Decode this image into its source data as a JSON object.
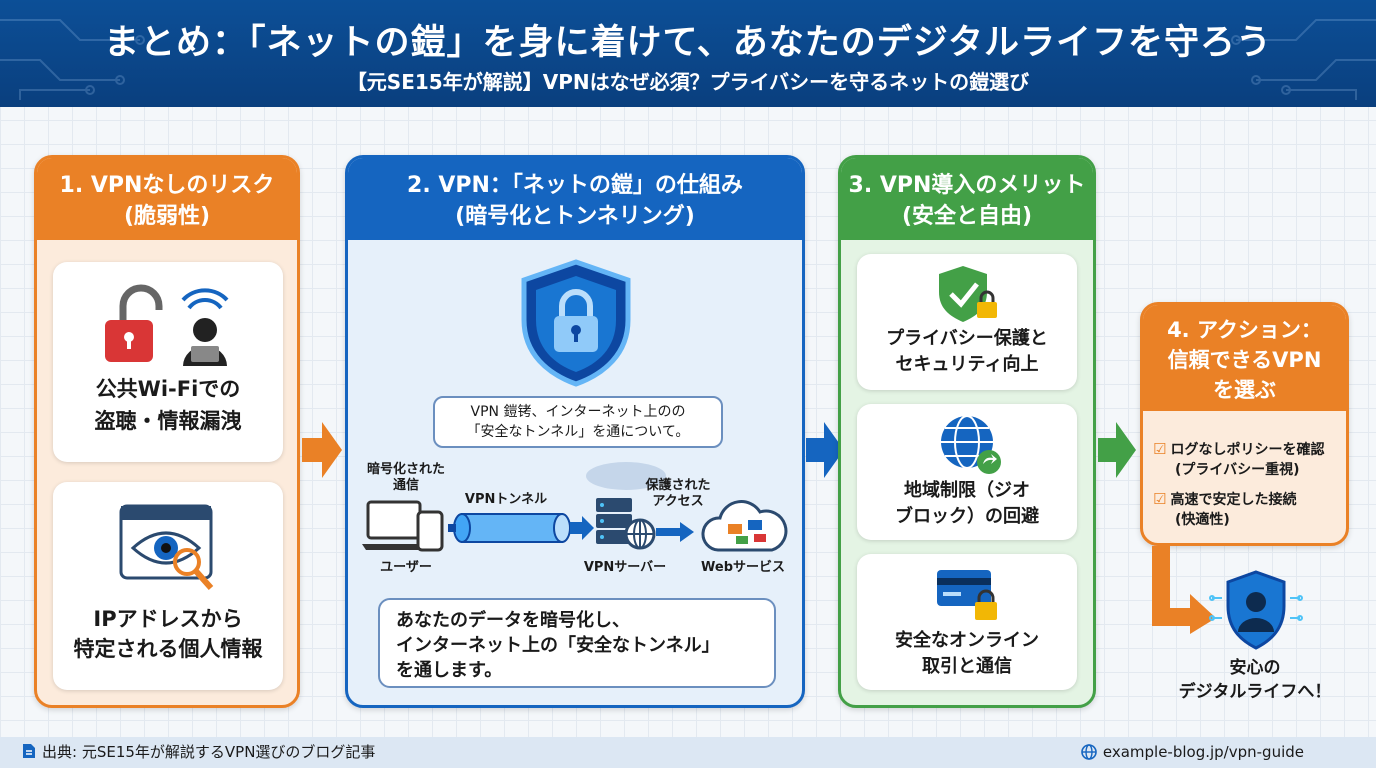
{
  "header": {
    "title": "まとめ：「ネットの鎧」を身に着けて、あなたのデジタルライフを守ろう",
    "subtitle": "【元SE15年が解説】VPNはなぜ必須？プライバシーを守るネットの鎧選び"
  },
  "panel1": {
    "title_line1": "1. VPNなしのリスク",
    "title_line2": "(脆弱性)",
    "card1_line1": "公共Wi-Fiでの",
    "card1_line2": "盗聴・情報漏洩",
    "card2_line1": "IPアドレスから",
    "card2_line2": "特定される個人情報"
  },
  "panel2": {
    "title_line1": "2. VPN：「ネットの鎧」の仕組み",
    "title_line2": "(暗号化とトンネリング)",
    "bubble_line1": "VPN 鎧铐、インターネット上のの",
    "bubble_line2": "「安全なトンネル」を通について。",
    "label_encrypted_line1": "暗号化された",
    "label_encrypted_line2": "通信",
    "label_tunnel": "VPNトンネル",
    "label_protected_line1": "保護された",
    "label_protected_line2": "アクセス",
    "label_user": "ユーザー",
    "label_server": "VPNサーバー",
    "label_web": "Webサービス",
    "speech_line1": "あなたのデータを暗号化し、",
    "speech_line2": "インターネット上の「安全なトンネル」",
    "speech_line3": "を通します。"
  },
  "panel3": {
    "title_line1": "3. VPN導入のメリット",
    "title_line2": "(安全と自由)",
    "card1_line1": "プライバシー保護と",
    "card1_line2": "セキュリティ向上",
    "card2_line1": "地域制限（ジオ",
    "card2_line2": "ブロック）の回避",
    "card3_line1": "安全なオンライン",
    "card3_line2": "取引と通信"
  },
  "panel4": {
    "title_line1": "4. アクション：",
    "title_line2": "信頼できるVPN",
    "title_line3": "を選ぶ",
    "check1_line1": "ログなしポリシーを確認",
    "check1_line2": "(プライバシー重視)",
    "check2_line1": "高速で安定した接続",
    "check2_line2": "(快適性)"
  },
  "result": {
    "line1": "安心の",
    "line2": "デジタルライフへ！"
  },
  "footer": {
    "source": "出典: 元SE15年が解説するVPN選びのブログ記事",
    "url": "example-blog.jp/vpn-guide"
  },
  "colors": {
    "header_blue": "#0c4f97",
    "orange": "#ea8126",
    "blue": "#1565c0",
    "green": "#43a047"
  }
}
